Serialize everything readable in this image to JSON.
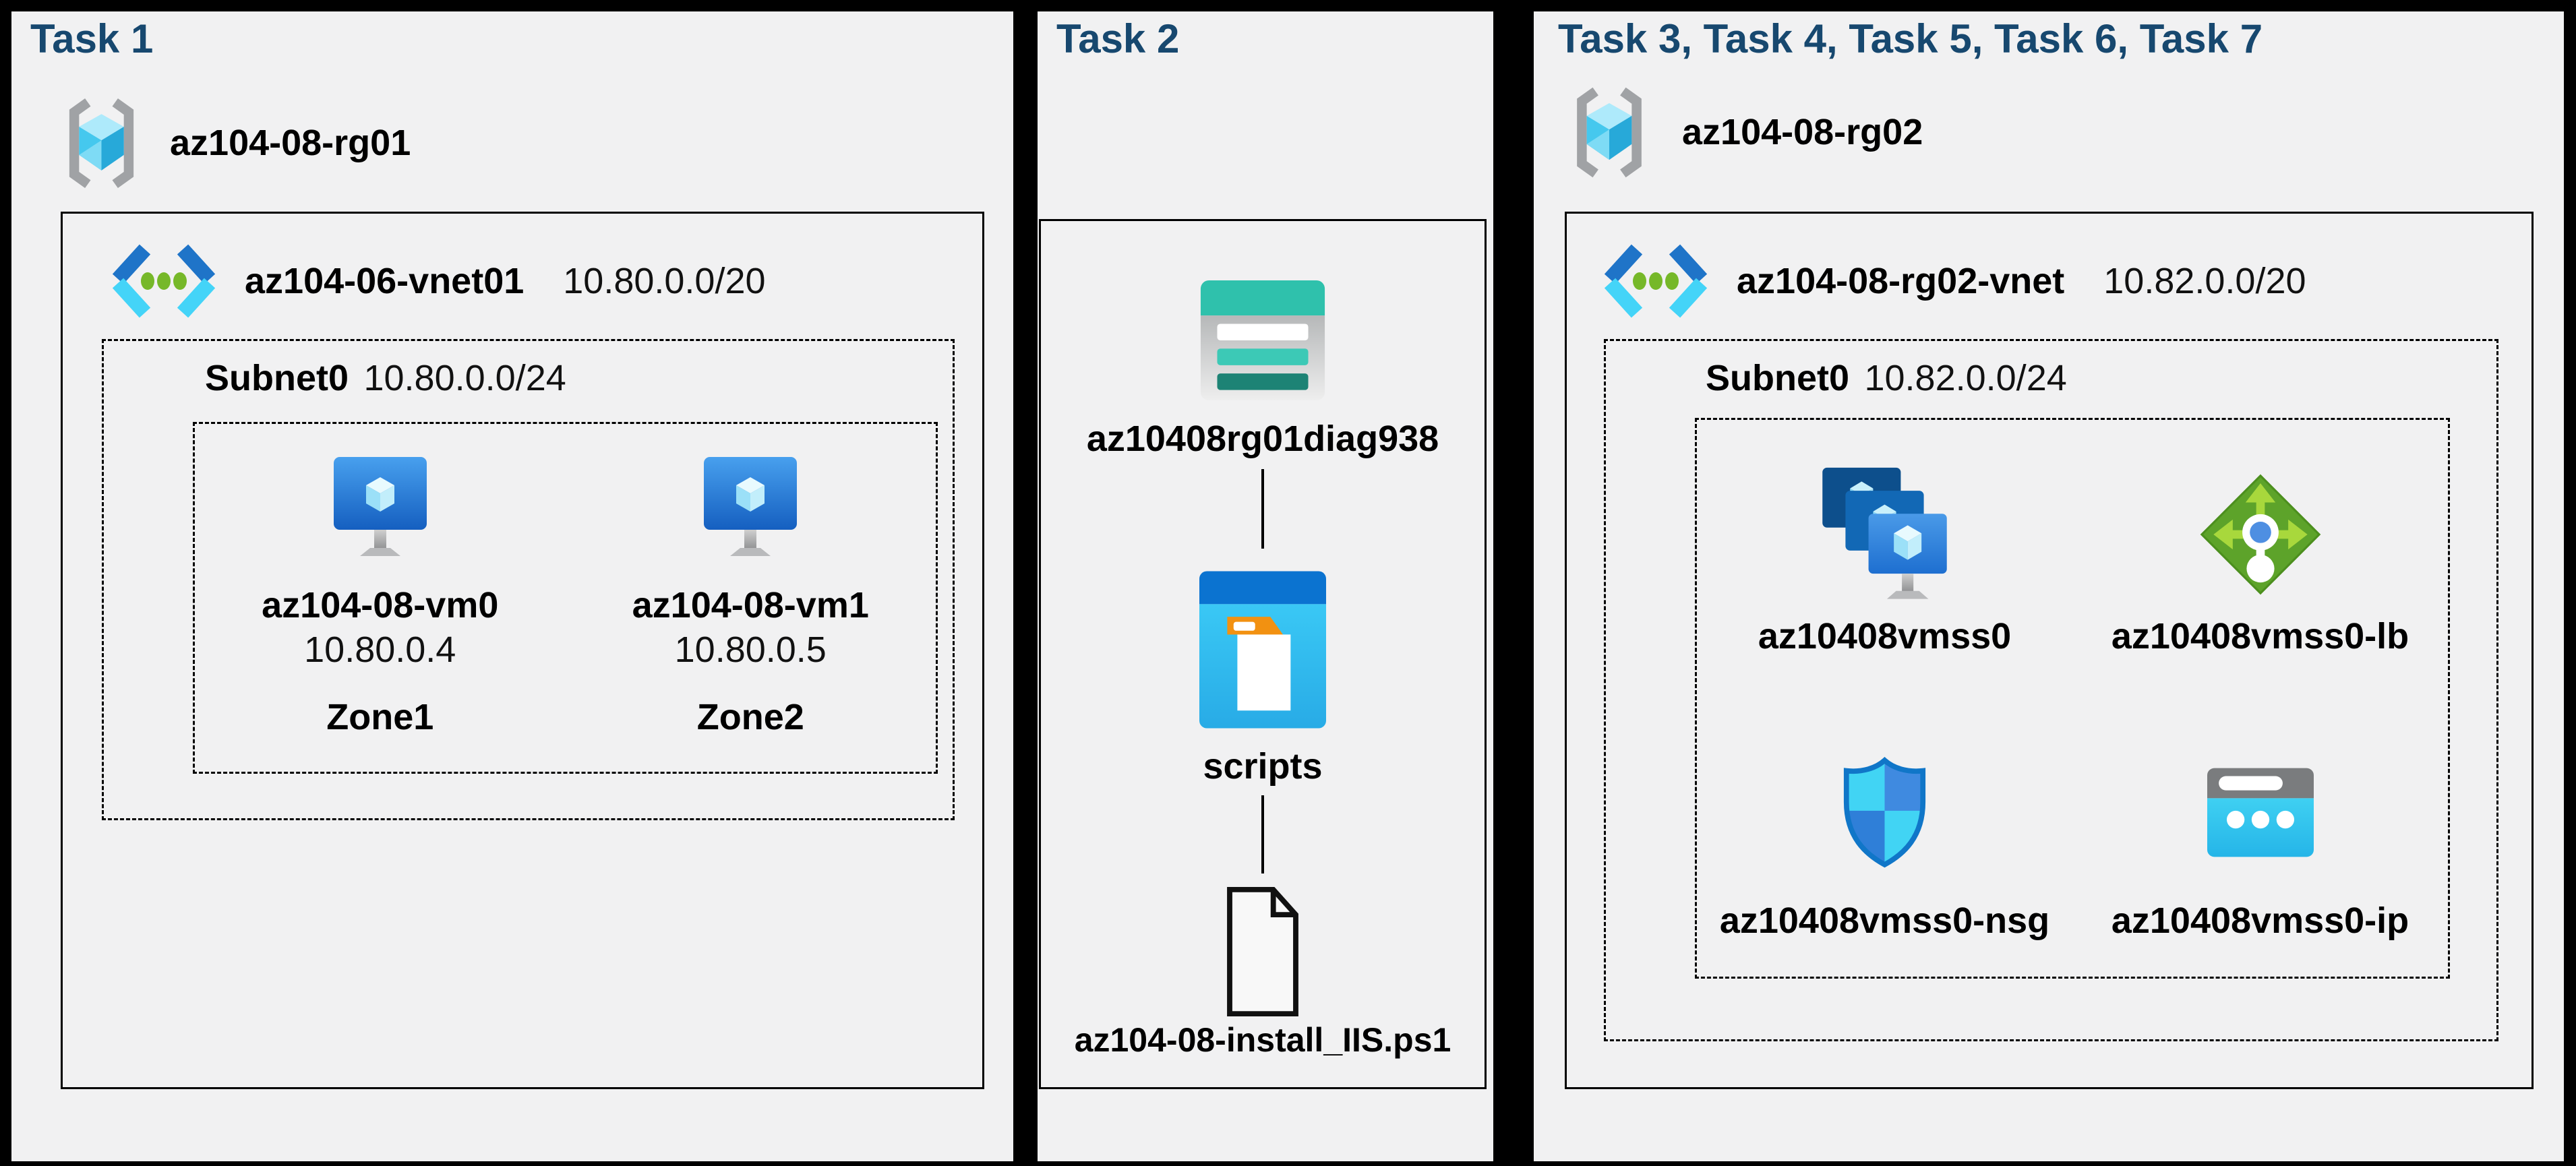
{
  "page": {
    "background": "#000000",
    "panel_background": "#f1f1f2",
    "title_color": "#17486f",
    "line_color": "#000000"
  },
  "icons": {
    "resource-group-icon": "gray brackets with cyan cube",
    "vnet-icon": "blue angle chevrons with three green dots",
    "vm-icon": "blue monitor with cyan cube",
    "vmss-icon": "three stacked blue monitors",
    "load-balancer-icon": "green diamond with arrows and white probe",
    "nsg-icon": "blue quartered shield",
    "public-ip-icon": "cyan window with three dots",
    "storage-account-icon": "teal and gray storage tile",
    "container-icon": "blue window with folder document",
    "file-icon": "outlined document with folded corner",
    "colors": {
      "rg_bracket": "#a0a2a5",
      "cube_cyan": "#45c8ee",
      "vnet_blue": "#1f74c8",
      "vnet_cyan": "#44d4f8",
      "dot_green": "#76b829",
      "vm_blue": "#1660bd",
      "lb_green": "#5da32a",
      "lb_lime": "#a8d83c",
      "nsg_blue": "#3f8ae0",
      "ip_cyan": "#2fc6ee",
      "storage_teal": "#2fc1ac",
      "folder_blue": "#0b73d0",
      "tab_orange": "#f29111"
    }
  },
  "panels": [
    {
      "title": "Task 1",
      "resource_group": {
        "name": "az104-08-rg01"
      },
      "vnet": {
        "name": "az104-06-vnet01",
        "cidr": "10.80.0.0/20",
        "subnet": {
          "name": "Subnet0",
          "cidr": "10.80.0.0/24",
          "vms": [
            {
              "name": "az104-08-vm0",
              "ip": "10.80.0.4",
              "zone": "Zone1"
            },
            {
              "name": "az104-08-vm1",
              "ip": "10.80.0.5",
              "zone": "Zone2"
            }
          ]
        }
      }
    },
    {
      "title": "Task 2",
      "storage_account": {
        "name": "az10408rg01diag938"
      },
      "container": {
        "name": "scripts"
      },
      "file": {
        "name": "az104-08-install_IIS.ps1"
      }
    },
    {
      "title": "Task 3, Task 4, Task 5, Task 6, Task 7",
      "resource_group": {
        "name": "az104-08-rg02"
      },
      "vnet": {
        "name": "az104-08-rg02-vnet",
        "cidr": "10.82.0.0/20",
        "subnet": {
          "name": "Subnet0",
          "cidr": "10.82.0.0/24",
          "resources": [
            {
              "name": "az10408vmss0",
              "type": "vm-scale-set"
            },
            {
              "name": "az10408vmss0-lb",
              "type": "load-balancer"
            },
            {
              "name": "az10408vmss0-nsg",
              "type": "network-security-group"
            },
            {
              "name": "az10408vmss0-ip",
              "type": "public-ip"
            }
          ]
        }
      }
    }
  ]
}
